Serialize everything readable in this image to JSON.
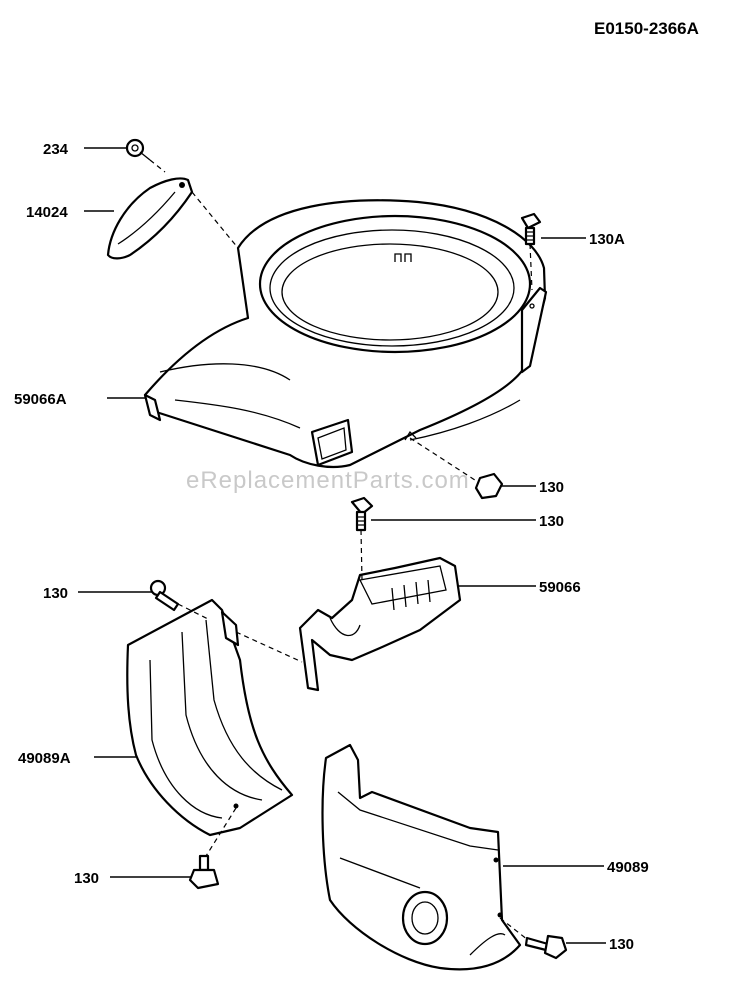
{
  "diagram_code": "E0150-2366A",
  "watermark": "eReplacementParts.com",
  "parts": [
    {
      "id": "p234",
      "label": "234"
    },
    {
      "id": "p14024",
      "label": "14024"
    },
    {
      "id": "p130A",
      "label": "130A"
    },
    {
      "id": "p59066A",
      "label": "59066A"
    },
    {
      "id": "p130a",
      "label": "130"
    },
    {
      "id": "p130b",
      "label": "130"
    },
    {
      "id": "p59066",
      "label": "59066"
    },
    {
      "id": "p130c",
      "label": "130"
    },
    {
      "id": "p49089A",
      "label": "49089A"
    },
    {
      "id": "p130d",
      "label": "130"
    },
    {
      "id": "p49089",
      "label": "49089"
    },
    {
      "id": "p130e",
      "label": "130"
    }
  ]
}
